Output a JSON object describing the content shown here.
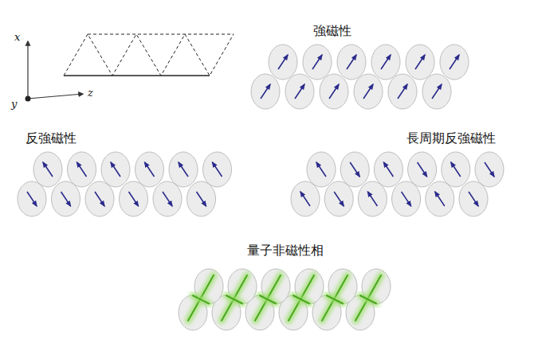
{
  "diagram": {
    "labels": [
      "x",
      "y",
      "z",
      "強磁性",
      "反強磁性",
      "長周期反強磁性",
      "量子非磁性相"
    ]
  }
}
